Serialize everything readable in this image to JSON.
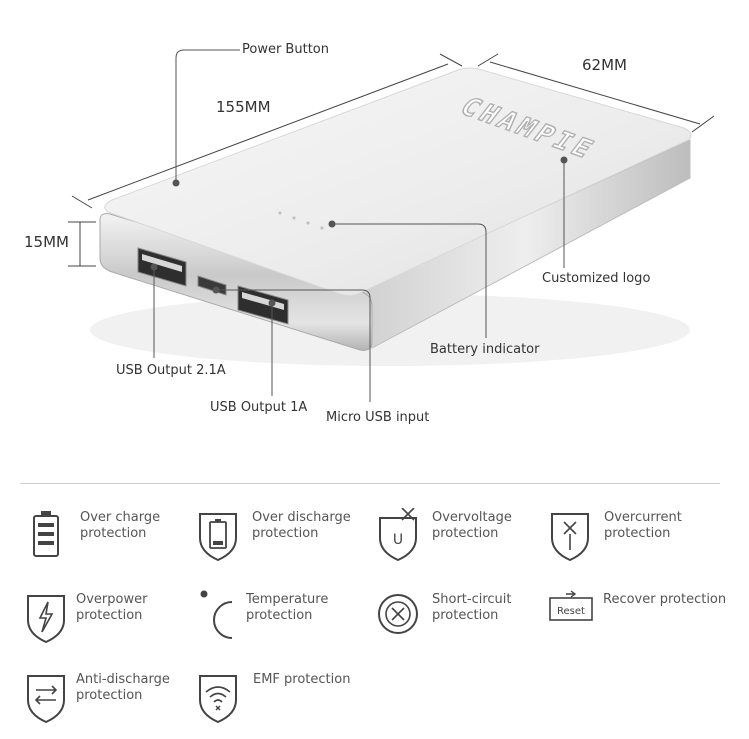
{
  "labels": {
    "power_button": "Power Button",
    "length": "155MM",
    "width": "62MM",
    "height": "15MM",
    "logo_text": "CHAMPIE",
    "customized_logo": "Customized logo",
    "battery_indicator": "Battery indicator",
    "usb_output_21": "USB Output 2.1A",
    "usb_output_1": "USB Output 1A",
    "micro_usb": "Micro USB  input"
  },
  "features": [
    {
      "line1": "Over charge",
      "line2": "protection",
      "icon": "battery-full-icon"
    },
    {
      "line1": "Over discharge",
      "line2": "protection",
      "icon": "battery-low-shield-icon"
    },
    {
      "line1": "Overvoltage",
      "line2": "protection",
      "icon": "shield-u-icon"
    },
    {
      "line1": "Overcurrent",
      "line2": "protection",
      "icon": "shield-current-icon"
    },
    {
      "line1": "Overpower",
      "line2": "protection",
      "icon": "shield-lightning-icon"
    },
    {
      "line1": "Temperature",
      "line2": "protection",
      "icon": "temperature-icon"
    },
    {
      "line1": "Short-circuit",
      "line2": "protection",
      "icon": "short-circuit-icon"
    },
    {
      "line1": "Recover protection",
      "line2": "",
      "icon": "reset-icon",
      "icon_text": "Reset"
    },
    {
      "line1": "Anti-discharge",
      "line2": "protection",
      "icon": "shield-arrows-icon"
    },
    {
      "line1": "EMF protection",
      "line2": "",
      "icon": "shield-wifi-icon"
    }
  ],
  "colors": {
    "text": "#333333",
    "icon_stroke": "#444444",
    "device_body": "#f2f2f2",
    "device_edge": "#c8c8c8"
  }
}
